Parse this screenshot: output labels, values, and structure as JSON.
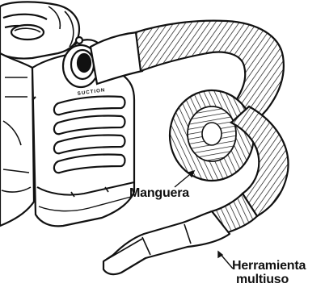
{
  "figure": {
    "unit_label": "SUCTION",
    "callouts": {
      "hose": "Manguera",
      "tool_line1": "Herramienta",
      "tool_line2": "multiuso"
    },
    "colors": {
      "ink": "#111111",
      "paper": "#ffffff"
    },
    "icons": [
      "vacuum-body-illustration",
      "flexible-hose-illustration",
      "crevice-tool-illustration",
      "callout-leader-line"
    ]
  }
}
